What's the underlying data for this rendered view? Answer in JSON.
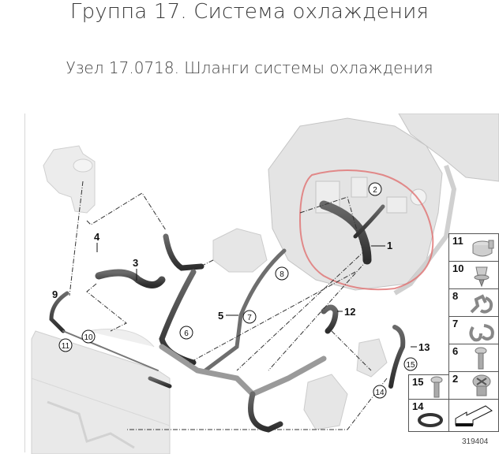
{
  "header": {
    "group_title": "Группа 17. Система охлаждения",
    "assembly_title": "Узел 17.0718. Шланги системы охлаждения"
  },
  "diagram": {
    "catalog_number": "319404",
    "highlight_color": "#e06060",
    "callouts_bold": [
      {
        "id": "1",
        "label": "1"
      },
      {
        "id": "3",
        "label": "3"
      },
      {
        "id": "4",
        "label": "4"
      },
      {
        "id": "5",
        "label": "5"
      },
      {
        "id": "9",
        "label": "9"
      },
      {
        "id": "12",
        "label": "12"
      },
      {
        "id": "13",
        "label": "13"
      }
    ],
    "callouts_circled": [
      {
        "id": "2",
        "label": "2"
      },
      {
        "id": "6",
        "label": "6"
      },
      {
        "id": "7",
        "label": "7"
      },
      {
        "id": "8",
        "label": "8"
      },
      {
        "id": "10",
        "label": "10"
      },
      {
        "id": "11",
        "label": "11"
      },
      {
        "id": "14",
        "label": "14"
      },
      {
        "id": "15",
        "label": "15"
      }
    ]
  },
  "legend": {
    "items": [
      {
        "label": "11",
        "icon": "hose-clamp-icon"
      },
      {
        "label": "10",
        "icon": "expanding-rivet-icon"
      },
      {
        "label": "8",
        "icon": "double-clip-icon"
      },
      {
        "label": "7",
        "icon": "twin-clip-icon"
      },
      {
        "label": "6",
        "icon": "screw-icon"
      },
      {
        "label": "2",
        "icon": "plug-screw-icon"
      },
      {
        "label": "15",
        "icon": "bolt-icon"
      },
      {
        "label": "14",
        "icon": "o-ring-icon"
      },
      {
        "label": "",
        "icon": "arrow-icon"
      }
    ]
  }
}
